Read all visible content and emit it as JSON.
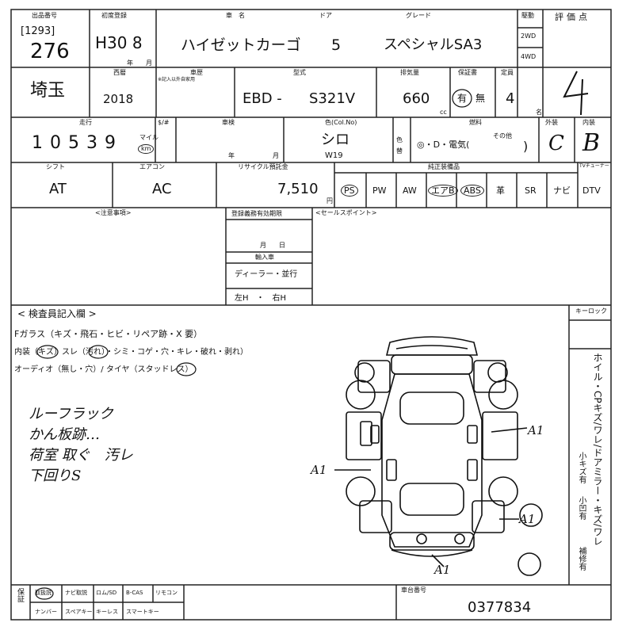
{
  "header_labels": {
    "lot_no": "出品番号",
    "first_reg": "初度登録",
    "car_name": "車　名",
    "doors": "ドア",
    "grade": "グレード",
    "drive": "駆動",
    "score": "評価点",
    "year_suffix": "年",
    "month_suffix": "月",
    "seireki": "西暦",
    "history": "車歴",
    "history_sub": "※記入以外自家用",
    "model": "型式",
    "displacement": "排気量",
    "warranty": "保証書",
    "capacity": "定員",
    "cc": "cc",
    "name_unit": "名",
    "mileage": "走行",
    "meter_swap": "$/#",
    "inspection": "車検",
    "color": "色(Col.No)",
    "fuel": "燃料",
    "exterior": "外装",
    "interior": "内装",
    "shift": "シフト",
    "aircon": "エアコン",
    "recycle": "リサイクル預託金",
    "equipment": "純正装備品",
    "tv_tuner": "TVチューナー",
    "notes": "<注意事項>",
    "reg_expiry": "登録義務有効期限",
    "sales_point": "<セールスポイント>",
    "import_car": "輸入車",
    "inspector": "< 検査員記入欄 >",
    "keylock": "キーロック",
    "serial": "車台番号",
    "hokan": "保証"
  },
  "lot": {
    "bracket": "[1293]",
    "number": "276"
  },
  "first_registration": "H30 8",
  "car_name": "ハイゼットカーゴ",
  "doors": "5",
  "grade": "スペシャルSA3",
  "drive": {
    "opt1": "2WD",
    "opt2": "4WD"
  },
  "score": "4",
  "region": "埼玉",
  "year": "2018",
  "model": {
    "prefix": "EBD -",
    "code": "S321V"
  },
  "displacement": "660",
  "warranty": {
    "yes": "有",
    "no": "無"
  },
  "capacity": "4",
  "mileage": {
    "digits": "1 0 5 3 9",
    "unit_mile": "マイル",
    "unit_km": "km"
  },
  "color": {
    "name": "シロ",
    "code": "W19",
    "swap": "色替"
  },
  "fuel": {
    "options": "◎・D・電気(",
    "other": "その他",
    "close": ")"
  },
  "exterior_grade": "C",
  "interior_grade": "B",
  "shift": "AT",
  "aircon": "AC",
  "recycle": "7,510",
  "yen": "円",
  "equipment": [
    "PS",
    "PW",
    "AW",
    "エアB",
    "ABS",
    "革",
    "SR",
    "ナビ",
    "DTV"
  ],
  "reg_month_day": "月　　日",
  "import_options": {
    "dealer": "ディーラー・並行",
    "handle": "左H　・　右H"
  },
  "inspector_lines": [
    "Fガラス（キズ・飛石・ヒビ・リペア跡・X 要）",
    "内装（キズ）スレ（汚れ）・シミ・コゲ・穴・キレ・破れ・剥れ）",
    "オーディオ（無し・穴）/ タイヤ（スタッドレス）"
  ],
  "handwritten": [
    "ルーフラック",
    "かん板跡…",
    "荷室 取ぐ　汚レ",
    "下回りS"
  ],
  "damage_marks": [
    "A1",
    "A1",
    "A1",
    "A1"
  ],
  "vertical_note": "ホイル・CPキズ/ワレ/ドアミラー・キズ/ワレ",
  "vertical_sub": [
    "小キズ有",
    "小凹有",
    "補修有"
  ],
  "bottom": {
    "row1": [
      "取扱説",
      "ナビ取説",
      "ロム/SD",
      "B-CAS",
      "リモコン"
    ],
    "row2": [
      "ナンバー",
      "スペアキー",
      "キーレス",
      "スマートキー"
    ],
    "serial": "0377834"
  }
}
